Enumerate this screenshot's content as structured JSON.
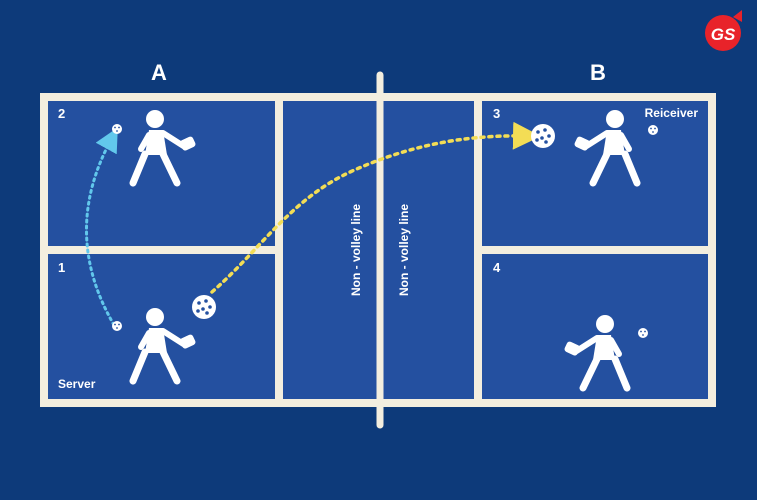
{
  "logo": {
    "text": "GS",
    "color": "#e8232a"
  },
  "teams": {
    "left": "A",
    "right": "B"
  },
  "boxes": {
    "b2": "2",
    "b1": "1",
    "b3": "3",
    "b4": "4"
  },
  "roles": {
    "server": "Server",
    "receiver": "Reiceiver"
  },
  "kitchen": {
    "left_text": "Non - volley line",
    "right_text": "Non - volley line"
  },
  "icons": {
    "player": "pickleball-player-icon",
    "ball": "pickleball-icon",
    "serve_path": "yellow-dotted-arrow",
    "switch_path": "cyan-dotted-arrow"
  },
  "colors": {
    "background": "#0d3a7a",
    "court": "#2450a0",
    "lines": "#f3eedf",
    "serve_path": "#f3dd55",
    "switch_path": "#62c8ec"
  }
}
